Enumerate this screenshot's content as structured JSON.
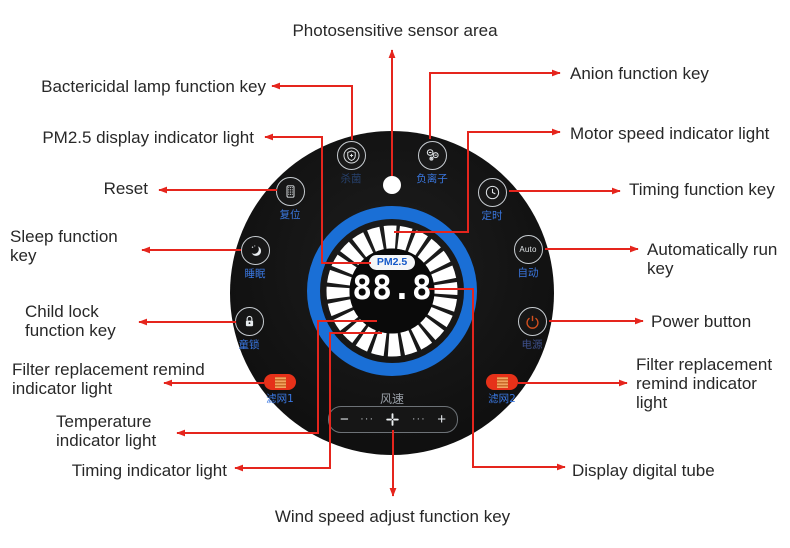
{
  "colors": {
    "arrow_red": "#e5251d",
    "ring_blue": "#1a6fd6",
    "label_blue": "#3a77e0",
    "filter_red": "#e63119",
    "power_orange": "#d4501e",
    "panel_black": "#141414"
  },
  "callouts": {
    "photosensitive": "Photosensitive sensor area",
    "bactericidal": "Bactericidal lamp function key",
    "anion": "Anion function key",
    "pm25_display": "PM2.5 display indicator light",
    "motor_speed": "Motor speed indicator light",
    "reset": "Reset",
    "timing_function": "Timing function key",
    "sleep": "Sleep function key",
    "auto_run": "Automatically run key",
    "child_lock": "Child lock function key",
    "power": "Power button",
    "filter_left": "Filter replacement remind indicator light",
    "filter_right": "Filter replacement remind indicator light",
    "temperature": "Temperature indicator light",
    "timing_indicator": "Timing indicator light",
    "display_tube": "Display digital tube",
    "wind_speed": "Wind speed adjust function key"
  },
  "panel": {
    "display": {
      "pm25_badge": "PM2.5",
      "value": "88.8"
    },
    "buttons": {
      "bactericidal": {
        "label": "杀菌"
      },
      "anion": {
        "label": "负离子"
      },
      "reset": {
        "label": "复位"
      },
      "timing": {
        "label": "定时"
      },
      "sleep": {
        "label": "睡眠"
      },
      "auto": {
        "label": "自动",
        "icon_text": "Auto"
      },
      "child_lock": {
        "label": "童锁"
      },
      "power": {
        "label": "电源"
      }
    },
    "indicators": {
      "filter1": {
        "label": "滤网1"
      },
      "filter2": {
        "label": "滤网2"
      }
    },
    "wind_speed": {
      "label": "风速",
      "minus": "−",
      "dots_left": "···",
      "dots_right": "···",
      "plus": "+"
    }
  }
}
